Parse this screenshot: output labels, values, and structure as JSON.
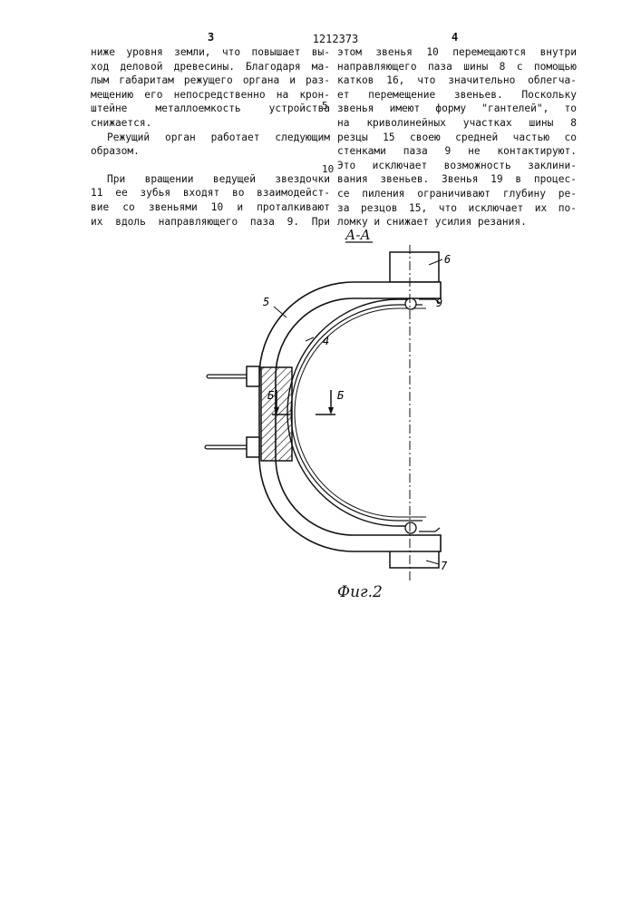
{
  "header": {
    "page_left": "3",
    "doc_number": "1212373",
    "page_right": "4"
  },
  "left_column": [
    "ниже уровня земли, что повышает вы-",
    "ход деловой древесины. Благодаря ма-",
    "лым габаритам режущего органа и раз-",
    "мещению его непосредственно на крон-",
    "штейне металлоемкость устройства",
    "снижается.",
    "Режущий орган работает следующим",
    "образом.",
    "При вращении ведущей звездочки",
    "11 ее зубья входят во взаимодейст-",
    "вие со звеньями 10 и проталкивают",
    "их вдоль направляющего паза 9. При"
  ],
  "right_column": [
    "этом звенья 10 перемещаются внутри",
    "направляющего паза шины 8 с помощью",
    "катков 16, что значительно облегча-",
    "ет перемещение звеньев. Поскольку",
    "звенья имеют форму \"гантелей\", то",
    "на криволинейных участках шины 8",
    "резцы 15 своею средней частью со",
    "стенками паза 9 не контактируют.",
    "Это исключает возможность заклини-",
    "вания звеньев. Звенья 19 в процес-",
    "се пиления ограничивают глубину ре-",
    "за резцов 15, что исключает их по-",
    "ломку и снижает усилия резания."
  ],
  "line_numbers": [
    "5",
    "10"
  ],
  "figure": {
    "section_label": "А-А",
    "caption": "Фиг.2",
    "labels": {
      "l6": "6",
      "l9": "9",
      "l5": "5",
      "l4": "4",
      "l7": "7",
      "b_left": "Б",
      "b_right": "Б"
    }
  }
}
